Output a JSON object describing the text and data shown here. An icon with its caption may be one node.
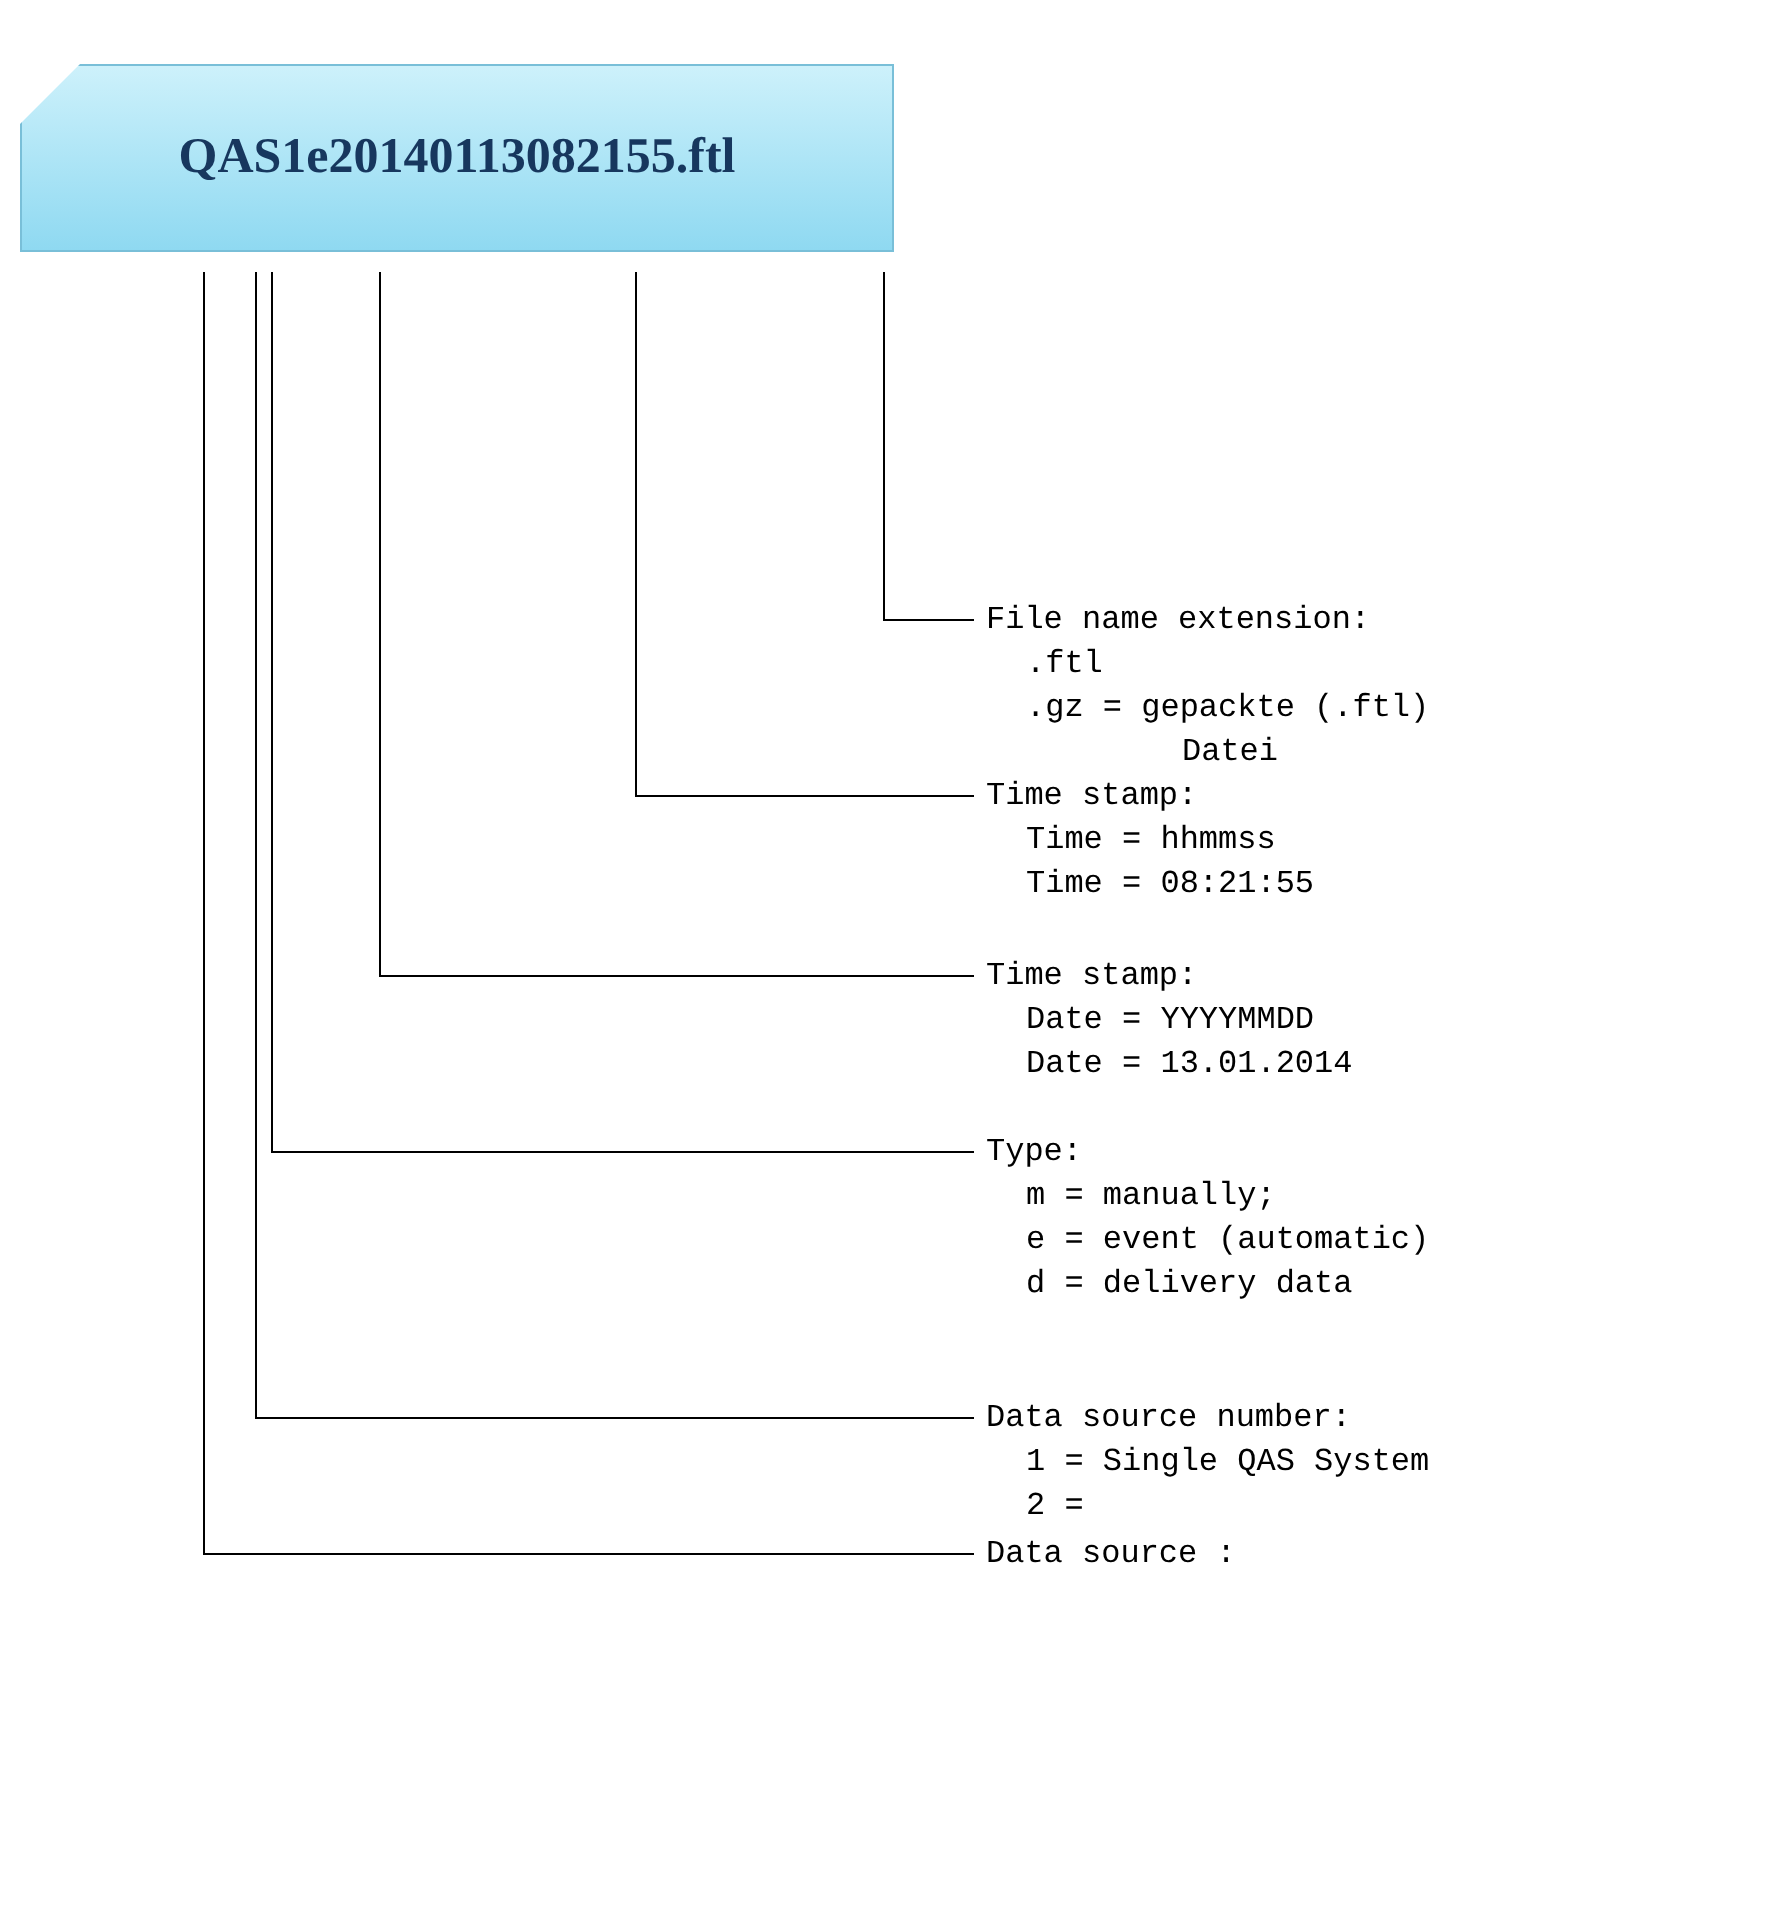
{
  "diagram": {
    "nodes": [
      {
        "text": [
          "QAS1e20140113082155.ftl"
        ]
      },
      {
        "text": [
          "File name extension:",
          ".ftl",
          ".gz = gepackte (.ftl) Datei"
        ]
      },
      {
        "text": [
          "Time stamp:",
          "Time = hhmmss",
          "Time = 08:21:55"
        ]
      },
      {
        "text": [
          "Time stamp:",
          "Date = YYYYMMDD",
          "Date = 13.01.2014"
        ]
      },
      {
        "text": [
          "Type:",
          "m = manually;",
          "e = event (automatic)",
          "d = delivery data"
        ]
      },
      {
        "text": [
          "Data source number:",
          "1 = Single QAS System",
          "2 ="
        ]
      },
      {
        "text": [
          "Data source :"
        ]
      }
    ],
    "edges": [
      {
        "from": 0,
        "to": 1,
        "arrow": "none"
      },
      {
        "from": 0,
        "to": 2,
        "arrow": "none"
      },
      {
        "from": 0,
        "to": 3,
        "arrow": "none"
      },
      {
        "from": 0,
        "to": 4,
        "arrow": "none"
      },
      {
        "from": 0,
        "to": 5,
        "arrow": "none"
      },
      {
        "from": 0,
        "to": 6,
        "arrow": "none"
      }
    ]
  }
}
